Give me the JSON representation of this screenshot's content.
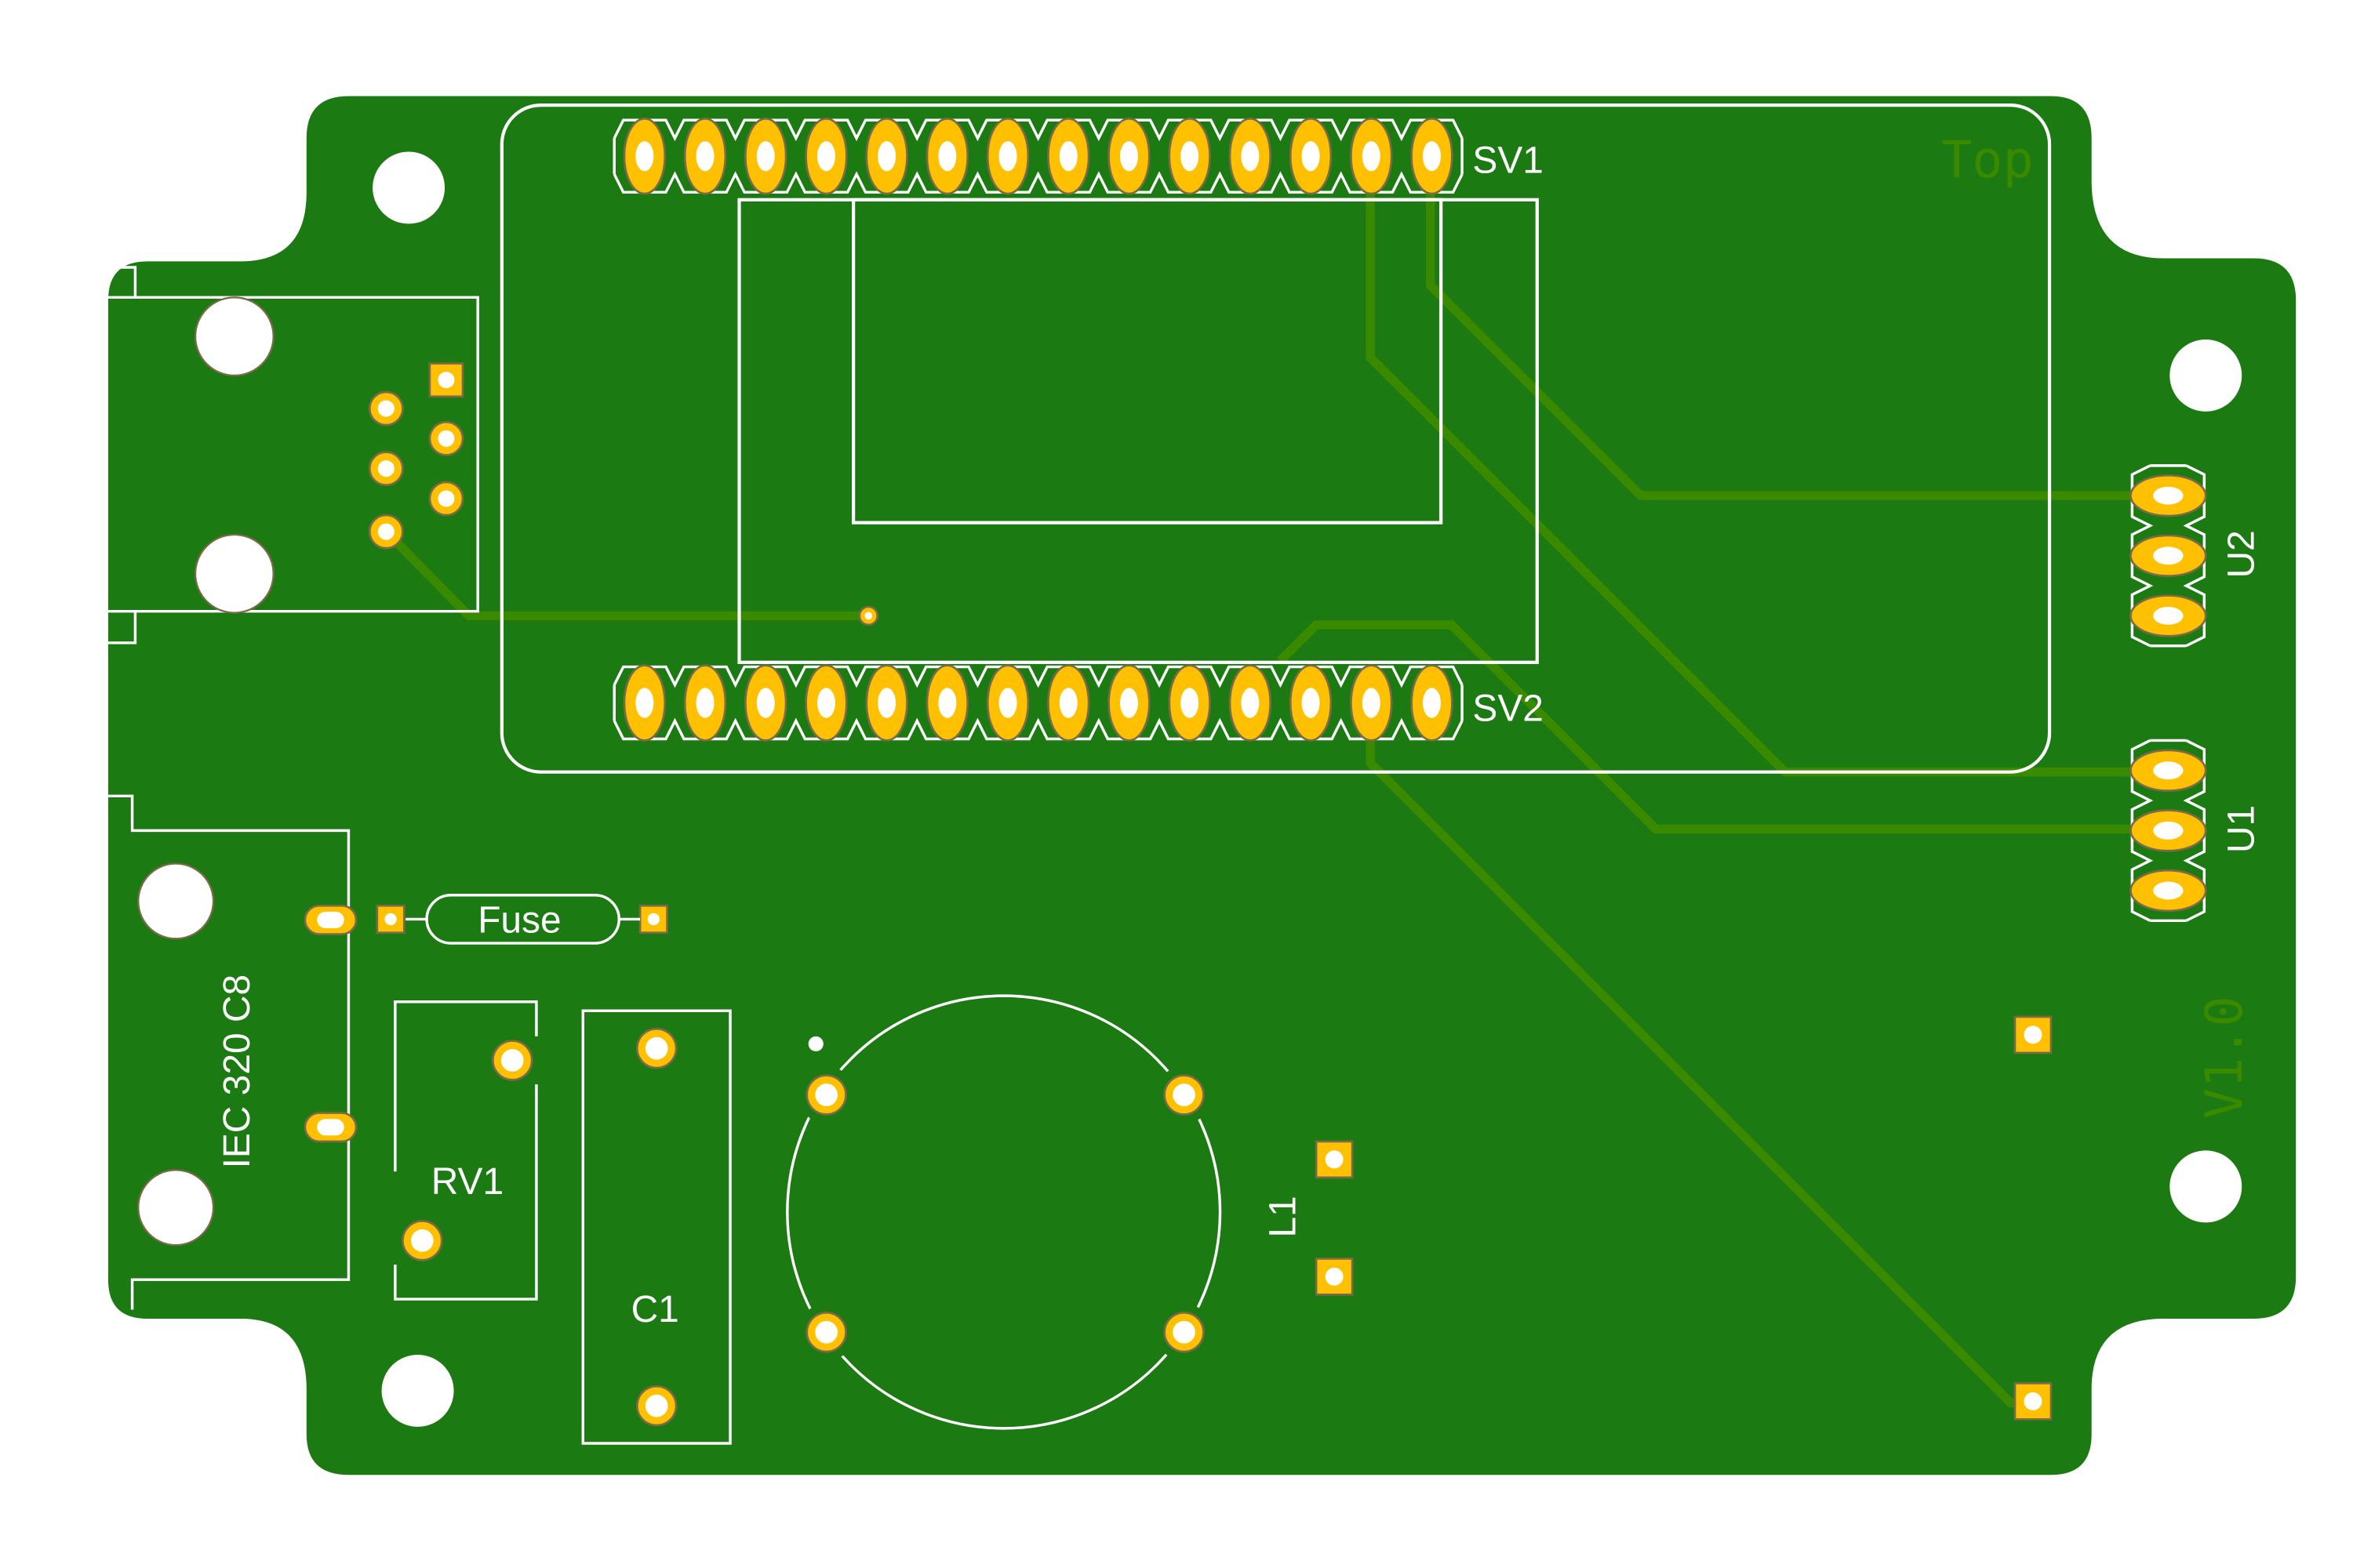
{
  "board": {
    "layer_label": "Top",
    "version_label": "V1.0",
    "colors": {
      "substrate": "#1b7a11",
      "trace": "#3a8a00",
      "pad": "#ffc000",
      "pad_outline": "#7a6a48",
      "silkscreen": "#ffffff",
      "background": "#ffffff"
    }
  },
  "components": {
    "sv1": {
      "ref": "SV1",
      "pin_count": 14
    },
    "sv2": {
      "ref": "SV2",
      "pin_count": 14
    },
    "u1": {
      "ref": "U1",
      "pin_count": 3
    },
    "u2": {
      "ref": "U2",
      "pin_count": 3
    },
    "iec": {
      "ref": "IEC 320 C8"
    },
    "fuse": {
      "ref": "Fuse"
    },
    "rv1": {
      "ref": "RV1"
    },
    "c1": {
      "ref": "C1"
    },
    "l1": {
      "ref": "L1"
    },
    "rj": {
      "ref": "",
      "pin_count": 6
    },
    "transformer": {
      "ref": "",
      "pin_count": 4
    }
  }
}
